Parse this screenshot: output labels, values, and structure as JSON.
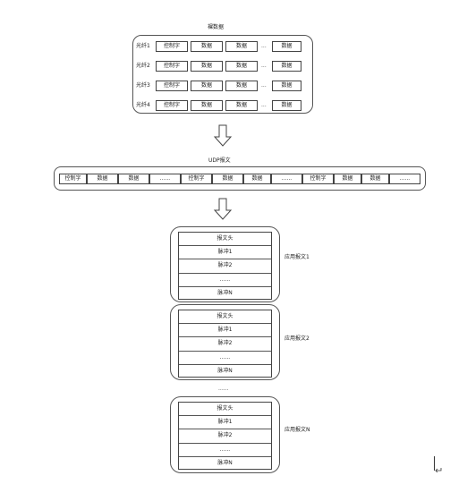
{
  "raw": {
    "title": "裸数据",
    "rows": [
      {
        "label": "光纤1",
        "cells": [
          "控制字",
          "数据",
          "数据",
          "...",
          "数据"
        ]
      },
      {
        "label": "光纤2",
        "cells": [
          "控制字",
          "数据",
          "数据",
          "...",
          "数据"
        ]
      },
      {
        "label": "光纤3",
        "cells": [
          "控制字",
          "数据",
          "数据",
          "...",
          "数据"
        ]
      },
      {
        "label": "光纤4",
        "cells": [
          "控制字",
          "数据",
          "数据",
          "...",
          "数据"
        ]
      }
    ]
  },
  "udp": {
    "title": "UDP报文",
    "cells": [
      "控制字",
      "数据",
      "数据",
      "......",
      "控制字",
      "数据",
      "数据",
      "......",
      "控制字",
      "数据",
      "数据",
      "......"
    ]
  },
  "packets": [
    {
      "label": "应用报文1",
      "rows": [
        "报文头",
        "脉冲1",
        "脉冲2",
        "......",
        "脉冲N"
      ]
    },
    {
      "label": "应用报文2",
      "rows": [
        "报文头",
        "脉冲1",
        "脉冲2",
        "......",
        "脉冲N"
      ]
    },
    {
      "label": "应用报文N",
      "rows": [
        "报文头",
        "脉冲1",
        "脉冲2",
        "......",
        "脉冲N"
      ]
    }
  ],
  "between_packets": "......",
  "icons": {
    "arrow": "hollow-down-arrow-icon",
    "cursor": "text-cursor-icon"
  }
}
